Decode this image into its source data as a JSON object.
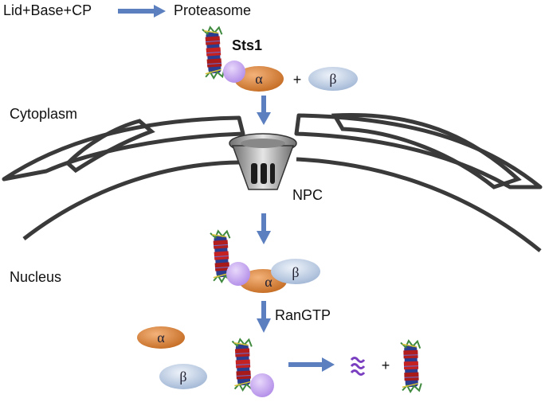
{
  "top_left_label": "Lid+Base+CP",
  "top_right_label": "Proteasome",
  "sts1_label": "Sts1",
  "cytoplasm_label": "Cytoplasm",
  "nucleus_label": "Nucleus",
  "npc_label": "NPC",
  "ranGTP_label": "RanGTP",
  "alpha_symbol": "α",
  "beta_symbol": "β",
  "plus_symbol": "+",
  "colors": {
    "arrow": "#5b7fbf",
    "alpha_fill": "#d98a3c",
    "beta_fill": "#c9d7ea",
    "sts1_fill": "#c9a8f0",
    "membrane": "#3a3a3a",
    "degraded": "#7a3fc0"
  }
}
